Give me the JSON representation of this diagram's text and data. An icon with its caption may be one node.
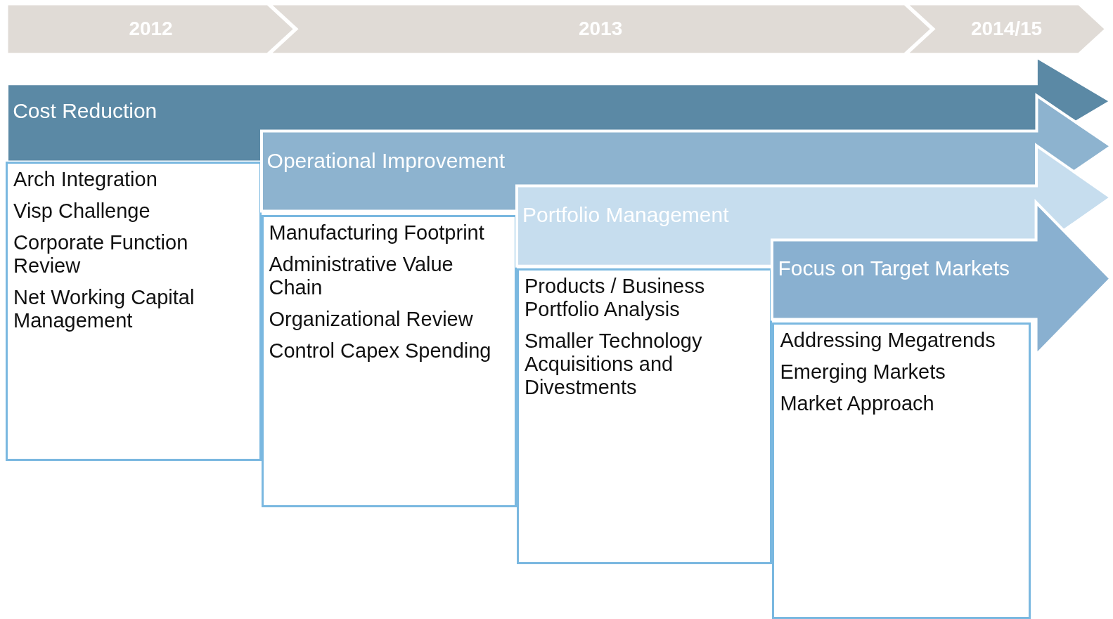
{
  "diagram": {
    "nodes": [
      {
        "text": [
          "2012"
        ]
      },
      {
        "text": [
          "2013"
        ]
      },
      {
        "text": [
          "2014/15"
        ]
      },
      {
        "text": [
          "Cost Reduction"
        ]
      },
      {
        "text": [
          "Arch Integration",
          "Visp Challenge",
          "Corporate Function Review",
          "Net Working Capital Management"
        ]
      },
      {
        "text": [
          "Operational Improvement"
        ]
      },
      {
        "text": [
          "Manufacturing Footprint",
          "Administrative Value Chain",
          "Organizational Review",
          "Control Capex Spending"
        ]
      },
      {
        "text": [
          "Portfolio Management"
        ]
      },
      {
        "text": [
          "Products / Business Portfolio Analysis",
          "Smaller Technology Acquisitions and Divestments"
        ]
      },
      {
        "text": [
          "Focus on Target Markets"
        ]
      },
      {
        "text": [
          "Addressing Megatrends",
          "Emerging Markets",
          "Market Approach"
        ]
      }
    ]
  }
}
